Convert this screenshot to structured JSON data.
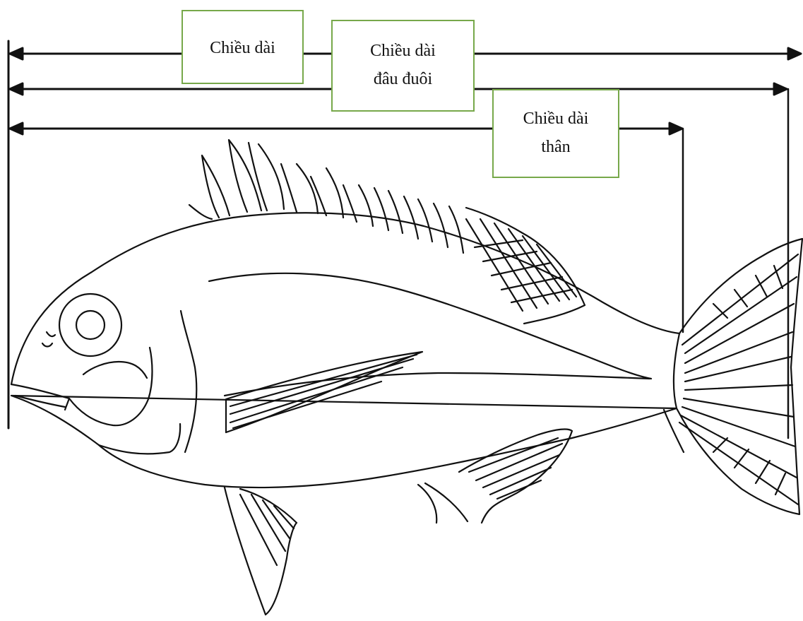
{
  "labels": {
    "total_length": "Chiều dài",
    "fork_length_line1": "Chiều dài",
    "fork_length_line2": "đâu đuôi",
    "standard_length_line1": "Chiều dài",
    "standard_length_line2": "thân"
  },
  "colors": {
    "box_border": "#77a84a",
    "line": "#111111",
    "background": "#ffffff"
  }
}
